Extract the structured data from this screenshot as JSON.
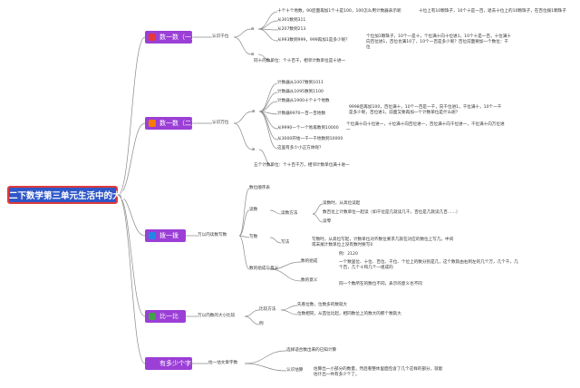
{
  "root": "二下数学第三单元生活中的大数",
  "branches": [
    {
      "label": "数一数（一）",
      "icon_color": "#e53935",
      "method": "认识千位",
      "examples": [
        "十个十个地数，90后面再加1个十是100，100怎么用计数器表示呢",
        "十位上有10颗珠子，10个十是一百，退去十位上的10颗珠子，在百位拨1颗珠子",
        "从301数到311",
        "从207数到213",
        "从993数到999，999再加1是多少呢？",
        "个位加1颗珠子，10个一是十，个位满十向十位进1，10个十是一百，十位满十向百位进1，百位也满10了，10个一百是多少呢？百位前面要加一个数位：千位",
        "同十的数单位：个十百千，相邻计数单位是十进一"
      ]
    },
    {
      "label": "数一数（二）",
      "icon_color": "#f57c00",
      "method": "认识万位",
      "examples": [
        "计数器从1007数到1011",
        "计数器从1095数到1100",
        "计数器从1900十个十个地数",
        "9998后再加100，百位满十，10个一百是一千，向千位进1，千位满十，10个一千是多少呢，百位进1，前面又要再加一个计数单位是什么呢？",
        "计数器9970一百一百地数",
        "个位满十向十位进一，十位满十向百位进一，百位满十向千位进一，千位满十向万位进一",
        "从9990一个一个地再数到10000",
        "从3000开始一千一千地数到10000",
        "这里有多少小正方体呢？",
        "五个计数单位：个十百千万，相邻计数单位满十进一"
      ]
    },
    {
      "label": "拨一拨",
      "icon_color": "#1e88e5",
      "method": "万以内读数写数",
      "sub": [
        "数位顺序表",
        "读数",
        "读数方法",
        "读数时，从高位读起",
        "数百位上计数单位一起读（如千位是几就读几千，百位是几就读几百……）",
        "读零",
        "写数",
        "写法",
        "写数时，从高位写起，计数单位对齐数位要求几就在对应的数位上写几，中间或末尾计数单位上没有数时要写0",
        "数的组成与意义",
        "数的组成",
        "数的意义",
        "例：2120",
        "一个数里位、十位、百位、千位、个位上的数分别是几，这个数就由右到左的几个万，几个千，几个百，几个十和几个一组成的",
        "同一个数所在的数位不同，表示的意义也不同"
      ]
    },
    {
      "label": "比一比",
      "icon_color": "#43a047",
      "method": "万以内数的大小比较",
      "sub": [
        "比较方法",
        "先看位数，位数多的数就大",
        "位数相同，从首位比起，相同数位上的数大的那个数就大",
        "例"
      ]
    },
    {
      "label": "有多少个字",
      "icon_color": "#9b3fd6",
      "method": "估一估文章字数",
      "sub": [
        "选择适合数出来的已知计算",
        "认识估算",
        "估算出一小部分的数量，然后看整体里面包含了几个这样的部分，就能估计出一共有多少个了。"
      ]
    }
  ],
  "placeholder_mark": "a",
  "colors": {
    "root_fill": "#2f57c8",
    "root_border": "#e03a3a",
    "branch_fill": "#9b3fd6",
    "line": "#8a8a8a"
  }
}
